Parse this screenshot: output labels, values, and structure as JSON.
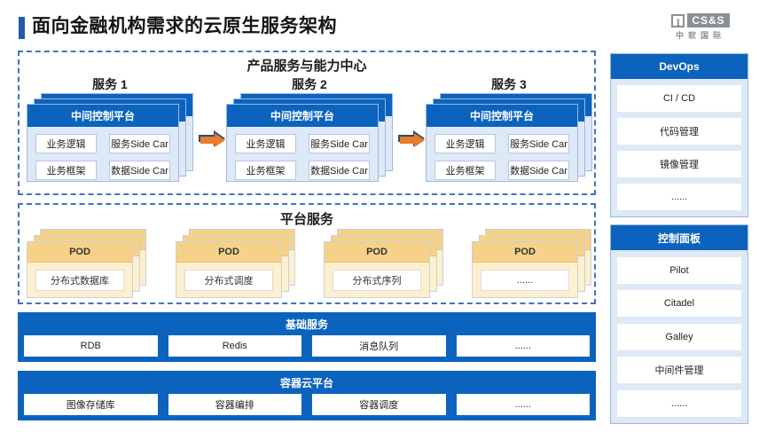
{
  "header": {
    "title": "面向金融机构需求的云原生服务架构",
    "logo": {
      "mark": "I",
      "name": "CS&S",
      "subtitle": "中软国际"
    }
  },
  "product_center": {
    "title": "产品服务与能力中心",
    "services": [
      {
        "label": "服务 1",
        "platform": "中间控制平台",
        "cells": [
          "业务逻辑",
          "服务Side Car",
          "业务框架",
          "数据Side Car"
        ]
      },
      {
        "label": "服务 2",
        "platform": "中间控制平台",
        "cells": [
          "业务逻辑",
          "服务Side Car",
          "业务框架",
          "数据Side Car"
        ]
      },
      {
        "label": "服务 3",
        "platform": "中间控制平台",
        "cells": [
          "业务逻辑",
          "服务Side Car",
          "业务框架",
          "数据Side Car"
        ]
      }
    ]
  },
  "platform_services": {
    "title": "平台服务",
    "pods": [
      {
        "header": "POD",
        "label": "分布式数据库"
      },
      {
        "header": "POD",
        "label": "分布式调度"
      },
      {
        "header": "POD",
        "label": "分布式序列"
      },
      {
        "header": "POD",
        "label": "......"
      }
    ]
  },
  "base_services": {
    "title": "基础服务",
    "cells": [
      "RDB",
      "Redis",
      "消息队列",
      "......"
    ]
  },
  "container_platform": {
    "title": "容器云平台",
    "cells": [
      "图像存储库",
      "容器编排",
      "容器调度",
      "......"
    ]
  },
  "sidebar": {
    "panels": [
      {
        "title": "DevOps",
        "items": [
          "CI / CD",
          "代码管理",
          "镜像管理",
          "......"
        ]
      },
      {
        "title": "控制面板",
        "items": [
          "Pilot",
          "Citadel",
          "Galley",
          "中间件管理",
          "......"
        ]
      }
    ]
  },
  "colors": {
    "primary_blue": "#0b63be",
    "light_blue_fill": "#dee9f7",
    "dashed_border_blue": "#4472c4",
    "pod_header_yellow": "#f6d289",
    "pod_body_yellow": "#fcf0cf",
    "arrow_orange": "#e87d2b",
    "arrow_navy": "#2a4a7c",
    "logo_gray": "#8a9096"
  }
}
